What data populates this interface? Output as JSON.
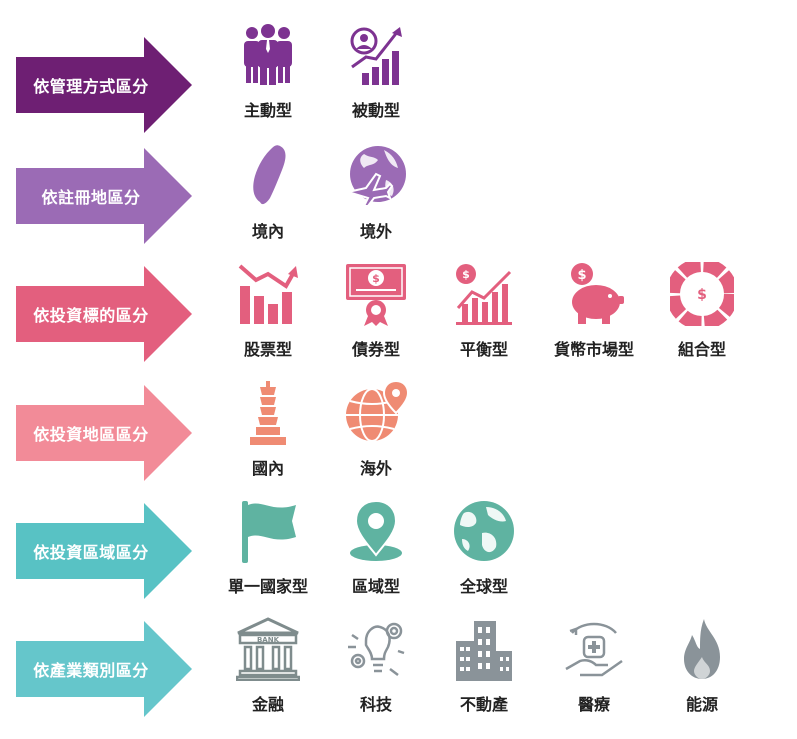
{
  "colors": {
    "row1": "#6e1f73",
    "row2": "#9b6bb5",
    "row3": "#e35f7e",
    "row4": "#f28b98",
    "row5": "#58c2c4",
    "row6": "#65c6cb",
    "text": "#222222"
  },
  "rows": [
    {
      "label": "依管理方式區分",
      "items": [
        {
          "label": "主動型",
          "icon": "people-group-icon"
        },
        {
          "label": "被動型",
          "icon": "person-growth-icon"
        }
      ]
    },
    {
      "label": "依註冊地區分",
      "items": [
        {
          "label": "境內",
          "icon": "taiwan-map-icon"
        },
        {
          "label": "境外",
          "icon": "globe-airplane-icon"
        }
      ]
    },
    {
      "label": "依投資標的區分",
      "items": [
        {
          "label": "股票型",
          "icon": "stock-chart-icon"
        },
        {
          "label": "債券型",
          "icon": "bond-certificate-icon"
        },
        {
          "label": "平衡型",
          "icon": "balance-chart-icon"
        },
        {
          "label": "貨幣市場型",
          "icon": "piggy-bank-icon"
        },
        {
          "label": "組合型",
          "icon": "pie-chart-icon"
        }
      ]
    },
    {
      "label": "依投資地區區分",
      "items": [
        {
          "label": "國內",
          "icon": "taipei-101-icon"
        },
        {
          "label": "海外",
          "icon": "globe-pin-icon"
        }
      ]
    },
    {
      "label": "依投資區域區分",
      "items": [
        {
          "label": "單一國家型",
          "icon": "flag-icon"
        },
        {
          "label": "區域型",
          "icon": "location-pin-icon"
        },
        {
          "label": "全球型",
          "icon": "earth-icon"
        }
      ]
    },
    {
      "label": "依產業類別區分",
      "items": [
        {
          "label": "金融",
          "icon": "bank-icon",
          "text": "BANK"
        },
        {
          "label": "科技",
          "icon": "tech-bulb-icon"
        },
        {
          "label": "不動產",
          "icon": "buildings-icon"
        },
        {
          "label": "醫療",
          "icon": "medical-hand-icon"
        },
        {
          "label": "能源",
          "icon": "flame-icon"
        }
      ]
    }
  ]
}
